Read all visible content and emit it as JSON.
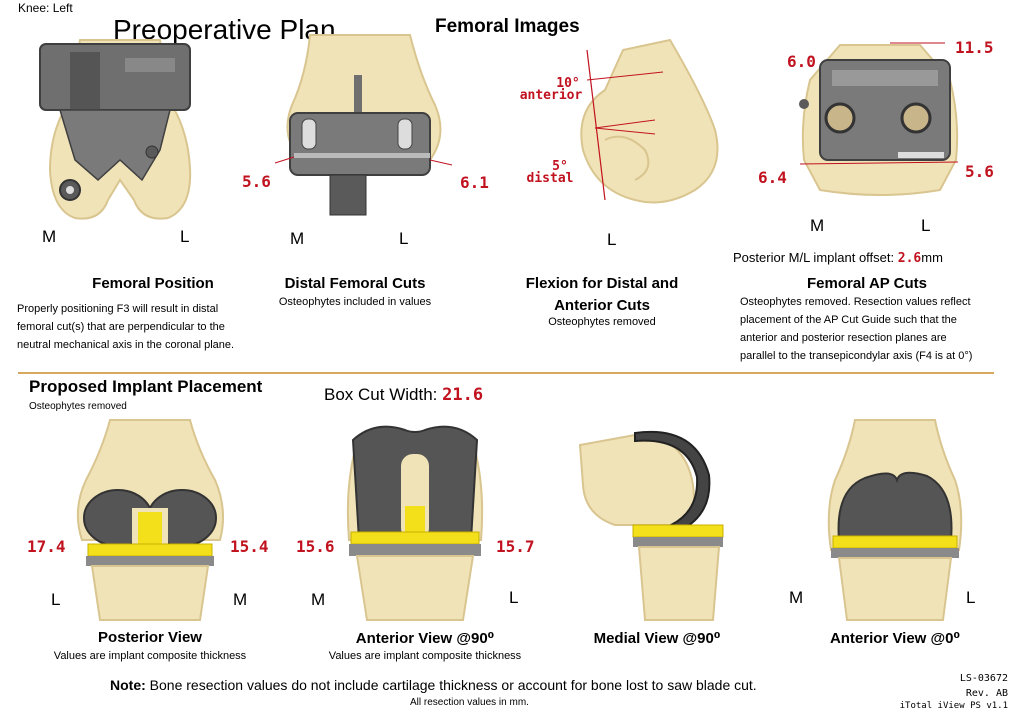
{
  "header": {
    "knee_side": "Knee: Left",
    "plan_title": "Preoperative Plan",
    "section_title": "Femoral Images"
  },
  "femoral": {
    "position": {
      "title": "Femoral Position",
      "description_lines": [
        "Properly positioning F3 will result in distal",
        "femoral cut(s) that are perpendicular to the",
        "neutral mechanical axis in the coronal plane."
      ],
      "label_left": "M",
      "label_right": "L"
    },
    "distal_cuts": {
      "title": "Distal Femoral Cuts",
      "subtitle": "Osteophytes included in values",
      "value_left": "5.6",
      "value_right": "6.1",
      "label_left": "M",
      "label_right": "L"
    },
    "flexion": {
      "title_line1": "Flexion for Distal and",
      "title_line2": "Anterior Cuts",
      "subtitle": "Osteophytes removed",
      "anterior_angle": "10°",
      "anterior_word": "anterior",
      "distal_angle": "5°",
      "distal_word": "distal",
      "label": "L"
    },
    "ap_cuts": {
      "title": "Femoral AP Cuts",
      "offset_label": "Posterior M/L implant offset:",
      "offset_value": "2.6",
      "offset_unit": "mm",
      "top_left": "6.0",
      "top_right": "11.5",
      "bottom_left": "6.4",
      "bottom_right": "5.6",
      "label_left": "M",
      "label_right": "L",
      "description_lines": [
        "Osteophytes removed. Resection values reflect",
        "placement of the AP Cut Guide such that the",
        "anterior and posterior resection planes are",
        "parallel to the transepicondylar axis (F4 is at 0°)"
      ]
    }
  },
  "implant": {
    "title": "Proposed Implant Placement",
    "subtitle": "Osteophytes removed",
    "box_cut_label": "Box Cut Width:",
    "box_cut_value": "21.6",
    "posterior": {
      "title": "Posterior View",
      "subtitle": "Values are implant composite thickness",
      "value_left": "17.4",
      "value_right": "15.4",
      "label_left": "L",
      "label_right": "M"
    },
    "anterior90": {
      "title": "Anterior View @90⁰",
      "subtitle": "Values are implant composite thickness",
      "value_left": "15.6",
      "value_right": "15.7",
      "label_left": "M",
      "label_right": "L"
    },
    "medial90": {
      "title": "Medial View @90⁰"
    },
    "anterior0": {
      "title": "Anterior View @0⁰",
      "label_left": "M",
      "label_right": "L"
    }
  },
  "footer": {
    "note_label": "Note:",
    "note_text": "Bone resection values do not include cartilage thickness or account for bone lost to saw blade cut.",
    "units_text": "All resection values in mm.",
    "doc_id": "LS-03672",
    "revision": "Rev. AB",
    "software": "iTotal iView PS v1.1"
  },
  "colors": {
    "bone": "#f1e3b8",
    "bone_shadow": "#d9c58f",
    "metal": "#6f6f6f",
    "metal_dark": "#3f3f3f",
    "poly": "#f4e01a",
    "value_red": "#c1121f",
    "divider": "#d9a860"
  }
}
